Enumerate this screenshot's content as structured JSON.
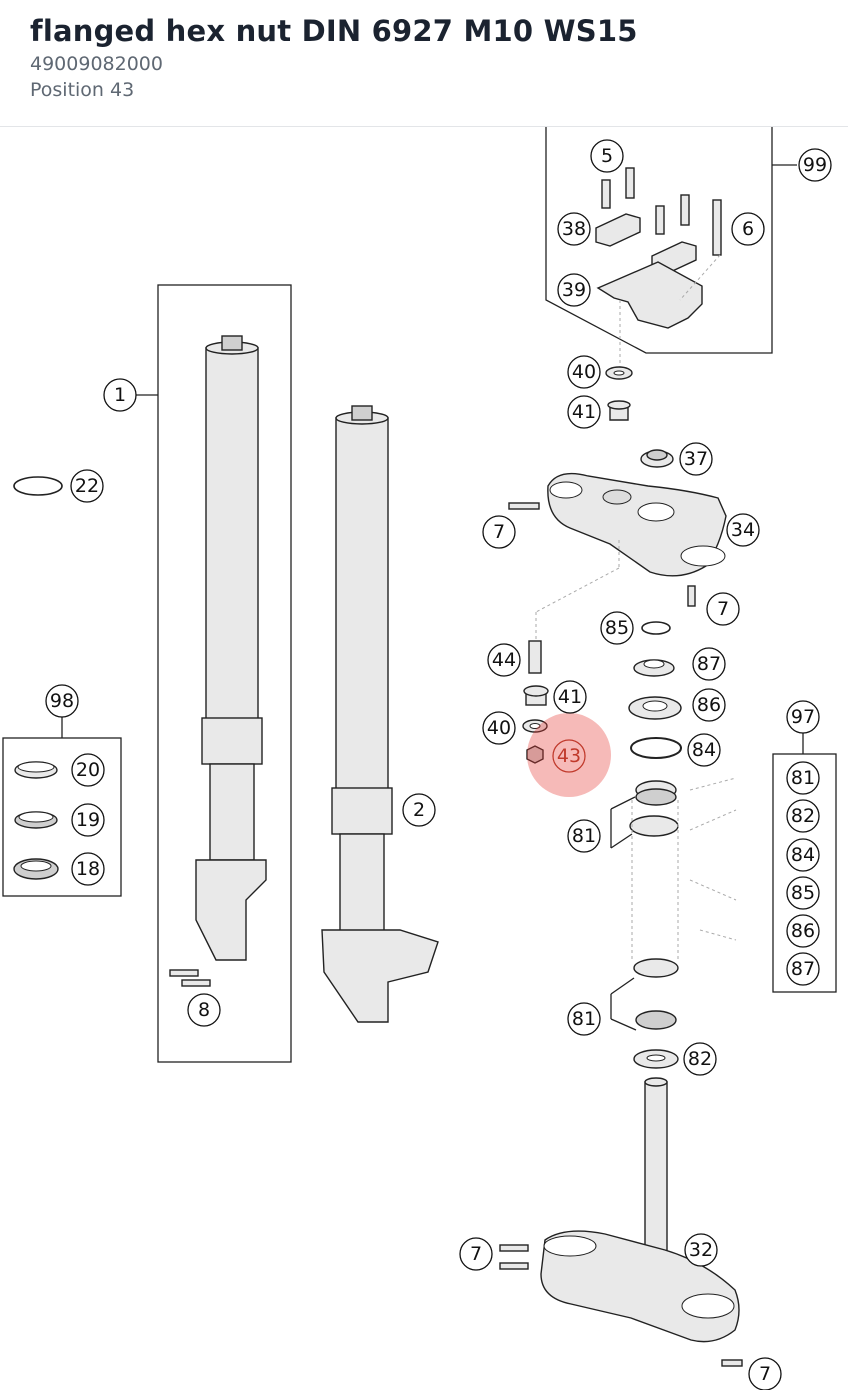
{
  "header": {
    "title": "flanged hex nut DIN 6927 M10 WS15",
    "part_number": "49009082000",
    "position": "Position 43"
  },
  "colors": {
    "highlight": "#e53935",
    "text": "#1b2330",
    "muted": "#5f6873"
  },
  "diagram": {
    "highlighted_position": "43",
    "callouts": {
      "c99": "99",
      "c5": "5",
      "c38": "38",
      "c6": "6",
      "c39": "39",
      "c40a": "40",
      "c41a": "41",
      "c37": "37",
      "c7a": "7",
      "c34": "34",
      "c7b": "7",
      "c1": "1",
      "c22": "22",
      "c85": "85",
      "c44": "44",
      "c87": "87",
      "c41b": "41",
      "c86": "86",
      "c40b": "40",
      "c43": "43",
      "c84": "84",
      "c98": "98",
      "c20": "20",
      "c19": "19",
      "c18": "18",
      "c2": "2",
      "c97": "97",
      "c81l1": "81",
      "c82l1": "82",
      "c84l": "84",
      "c85l": "85",
      "c86l": "86",
      "c87l": "87",
      "c81a": "81",
      "c81b": "81",
      "c82": "82",
      "c8": "8",
      "c7c": "7",
      "c32": "32",
      "c7d": "7"
    }
  }
}
